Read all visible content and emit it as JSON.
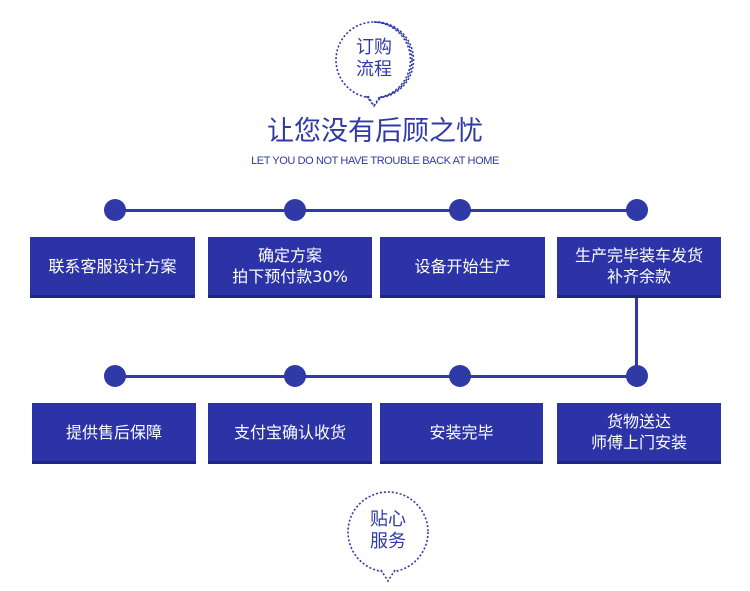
{
  "header": {
    "badge_top": "订购\n流程",
    "headline": "让您没有后顾之忧",
    "subline": "LET YOU DO NOT HAVE TROUBLE BACK AT HOME"
  },
  "steps_row1": [
    "联系客服设计方案",
    "确定方案\n拍下预付款30%",
    "设备开始生产",
    "生产完毕装车发货\n补齐余款"
  ],
  "steps_row2": [
    "提供售后保障",
    "支付宝确认收货",
    "安装完毕",
    "货物送达\n师傅上门安装"
  ],
  "footer": {
    "badge_bottom": "贴心\n服务"
  },
  "colors": {
    "primary": "#2f3aa7",
    "box": "#2b33a6",
    "text_on_box": "#ffffff"
  }
}
